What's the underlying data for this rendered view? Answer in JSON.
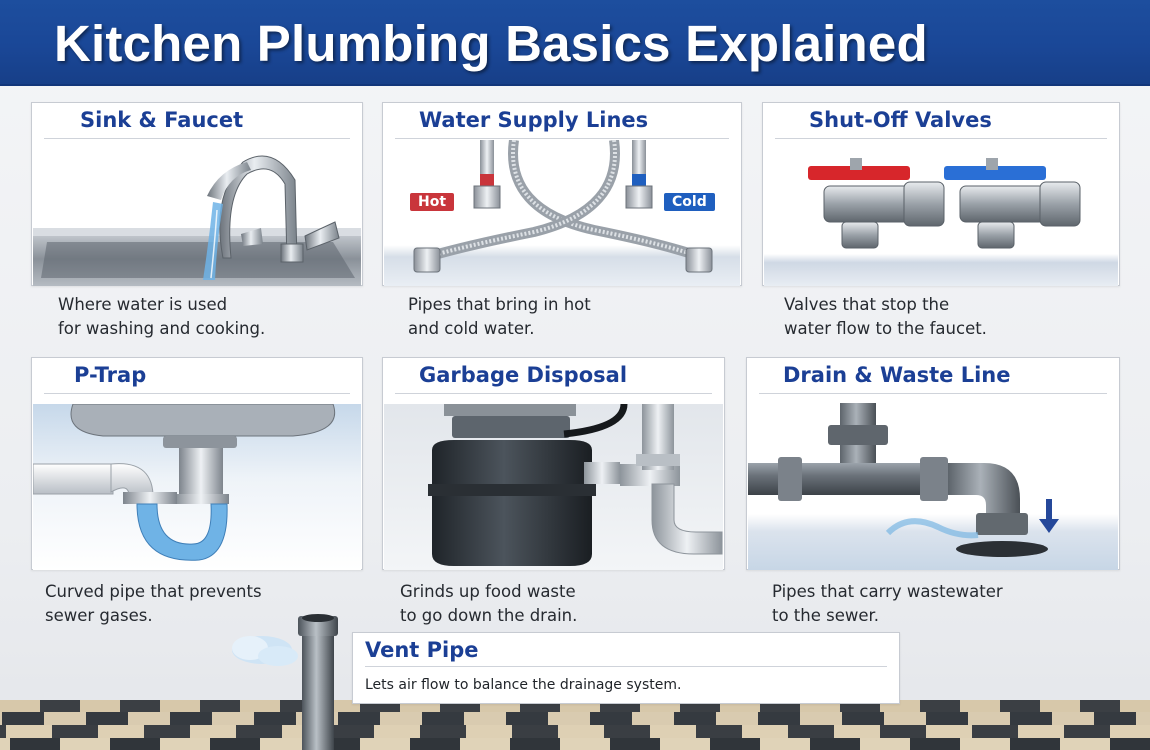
{
  "header": {
    "title": "Kitchen Plumbing Basics Explained"
  },
  "colors": {
    "header_bg": "#1a4797",
    "title_text": "#1b3f95",
    "hot": "#c9353b",
    "cold": "#1f5fbf",
    "water": "#6fb3e6"
  },
  "cards": [
    {
      "title": "Sink & Faucet",
      "description_line1": "Where water is used",
      "description_line2": "for washing and cooking.",
      "illustration": "sink-faucet"
    },
    {
      "title": "Water Supply Lines",
      "description_line1": "Pipes that bring in hot",
      "description_line2": "and cold water.",
      "illustration": "supply-lines",
      "labels": {
        "hot": "Hot",
        "cold": "Cold"
      }
    },
    {
      "title": "Shut-Off Valves",
      "description_line1": "Valves that stop the",
      "description_line2": "water flow to the faucet.",
      "illustration": "shutoff-valves"
    },
    {
      "title": "P-Trap",
      "description_line1": "Curved pipe that prevents",
      "description_line2": "sewer gases.",
      "illustration": "p-trap"
    },
    {
      "title": "Garbage Disposal",
      "description_line1": "Grinds up food waste",
      "description_line2": "to go down the drain.",
      "illustration": "garbage-disposal"
    },
    {
      "title": "Drain & Waste Line",
      "description_line1": "Pipes that carry wastewater",
      "description_line2": "to the sewer.",
      "illustration": "drain-waste-line"
    }
  ],
  "vent": {
    "title": "Vent Pipe",
    "description": "Lets air flow to balance the drainage system."
  }
}
